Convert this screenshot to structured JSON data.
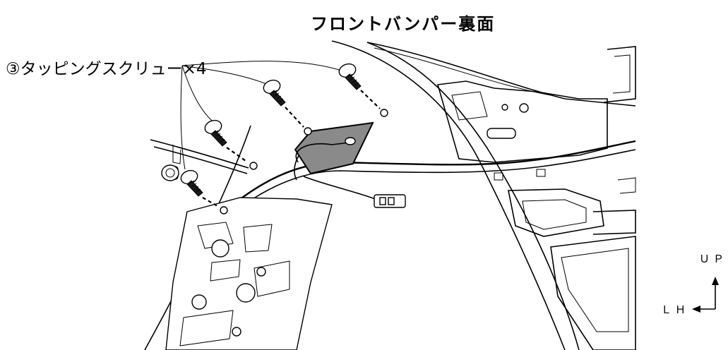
{
  "title": "フロントバンパー裏面",
  "callout": "③タッピングスクリュー×4",
  "directions": {
    "up": "ＵＰ",
    "lh": "ＬＨ"
  },
  "screws": [
    {
      "name": "screw-1",
      "icon": "screw-icon"
    },
    {
      "name": "screw-2",
      "icon": "screw-icon"
    },
    {
      "name": "screw-3",
      "icon": "screw-icon"
    },
    {
      "name": "screw-4",
      "icon": "screw-icon"
    }
  ]
}
